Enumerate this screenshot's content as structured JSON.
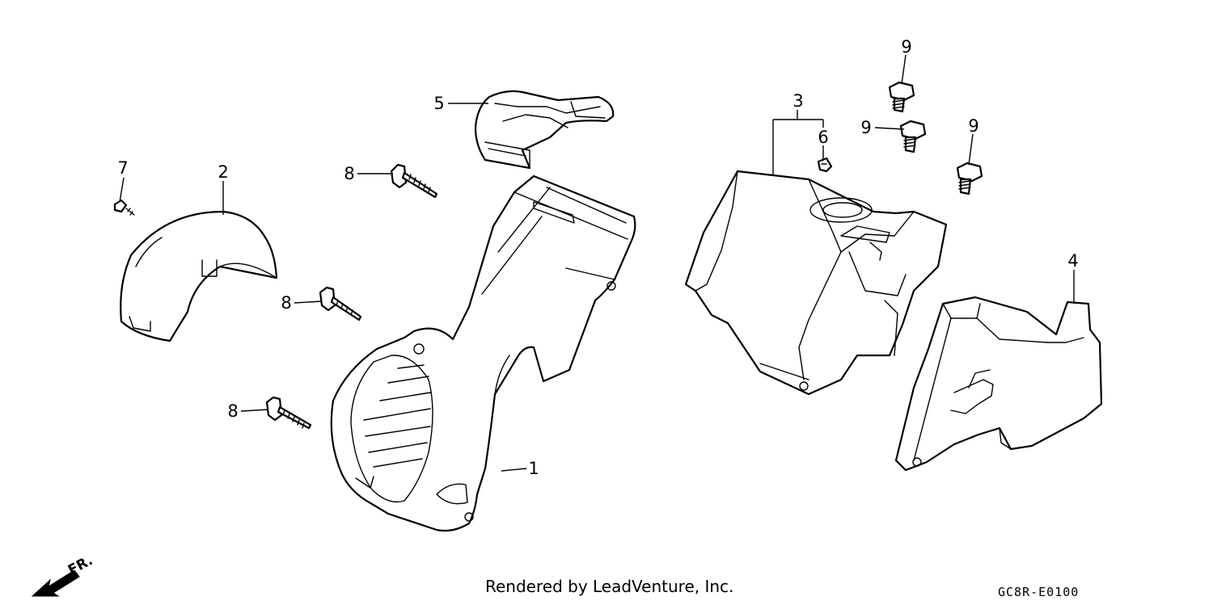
{
  "diagram": {
    "callouts": {
      "c1": "1",
      "c2": "2",
      "c3": "3",
      "c4": "4",
      "c5": "5",
      "c6": "6",
      "c7": "7",
      "c8": "8",
      "c9": "9"
    },
    "direction_label": "FR."
  },
  "footer": {
    "credit": "Rendered by LeadVenture, Inc.",
    "code": "GC8R-E0100"
  }
}
